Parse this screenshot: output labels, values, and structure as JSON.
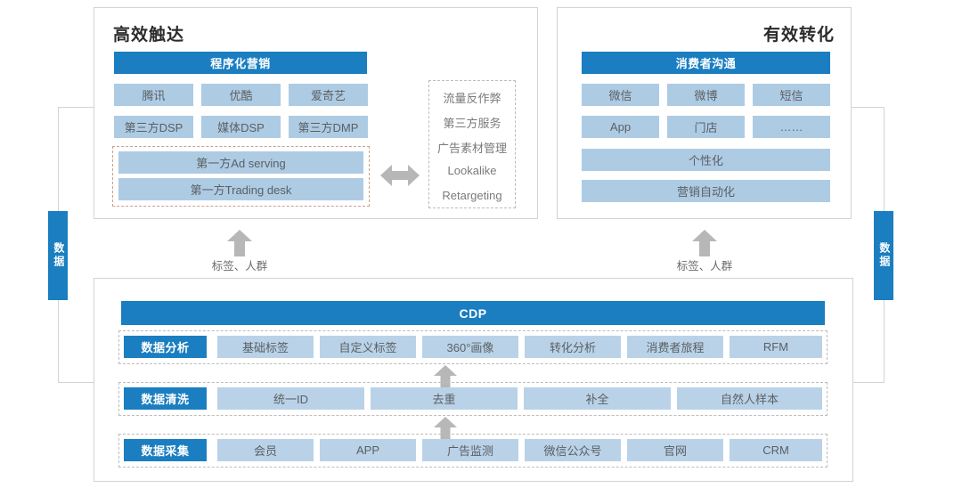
{
  "diagram": {
    "title_reach": "高效触达",
    "title_convert": "有效转化",
    "side_label_left": "数据",
    "side_label_right": "数据",
    "caption_left": "标签、人群",
    "caption_right": "标签、人群",
    "colors": {
      "dark_blue": "#1a7ec0",
      "light_blue": "#aecbe4",
      "light_blue_alt": "#b9d2e8",
      "panel_border": "#d3d3d3",
      "dashed_orange": "#c9a08f",
      "dashed_grey": "#bcbcbc",
      "arrow_grey": "#b3b3b3",
      "text_grey": "#5b6063"
    }
  },
  "reach": {
    "header": "程序化营销",
    "row1": [
      "腾讯",
      "优酷",
      "爱奇艺"
    ],
    "row2": [
      "第三方DSP",
      "媒体DSP",
      "第三方DMP"
    ],
    "first_party": [
      "第一方Ad serving",
      "第一方Trading desk"
    ]
  },
  "services": {
    "items": [
      "流量反作弊",
      "第三方服务",
      "广告素材管理",
      "Lookalike",
      "Retargeting"
    ]
  },
  "convert": {
    "header": "消费者沟通",
    "row1": [
      "微信",
      "微博",
      "短信"
    ],
    "row2": [
      "App",
      "门店",
      "……"
    ],
    "wide": [
      "个性化",
      "营销自动化"
    ]
  },
  "cdp": {
    "header": "CDP",
    "rows": [
      {
        "label": "数据分析",
        "items": [
          "基础标签",
          "自定义标签",
          "360°画像",
          "转化分析",
          "消费者旅程",
          "RFM"
        ]
      },
      {
        "label": "数据清洗",
        "items": [
          "统一ID",
          "去重",
          "补全",
          "自然人样本"
        ]
      },
      {
        "label": "数据采集",
        "items": [
          "会员",
          "APP",
          "广告监测",
          "微信公众号",
          "官网",
          "CRM"
        ]
      }
    ]
  },
  "icons": {
    "up_arrow": "up-arrow-icon",
    "double_arrow": "left-right-arrow-icon"
  }
}
